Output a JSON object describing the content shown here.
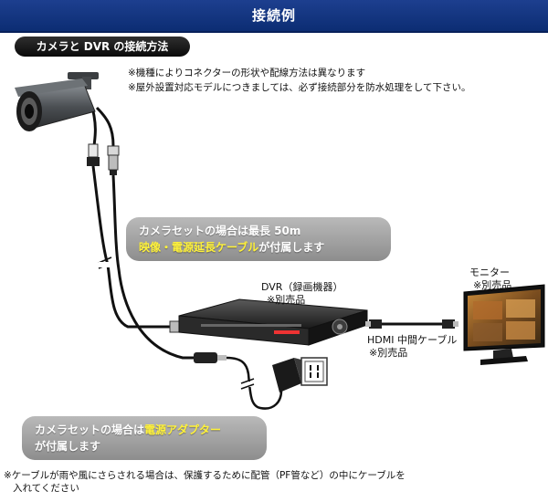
{
  "header": {
    "title": "接続例"
  },
  "section": {
    "label": "カメラと DVR の接続方法"
  },
  "notes": [
    "※機種によりコネクターの形状や配線方法は異なります",
    "※屋外設置対応モデルにつきましては、必ず接続部分を防水処理をして下さい。"
  ],
  "bubble_top": {
    "line1": "カメラセットの場合は最長 50m",
    "line2_highlight": "映像・電源延長ケーブル",
    "line2_rest": "が付属します"
  },
  "bubble_bottom": {
    "line1_prefix": "カメラセットの場合は",
    "line1_highlight": "電源アダプター",
    "line2": "が付属します"
  },
  "labels": {
    "dvr_name": "DVR（録画機器）",
    "dvr_sold": "※別売品",
    "monitor_name": "モニター",
    "monitor_sold": "※別売品",
    "hdmi_name": "HDMI 中間ケーブル",
    "hdmi_sold": "※別売品"
  },
  "footer": {
    "line1": "※ケーブルが雨や風にさらされる場合は、保護するために配管（PF管など）の中にケーブルを",
    "line2": "入れてください"
  },
  "colors": {
    "header_bg": "#0c2d73",
    "highlight": "#fff23a",
    "bubble_bg": "#9e9e9e"
  }
}
